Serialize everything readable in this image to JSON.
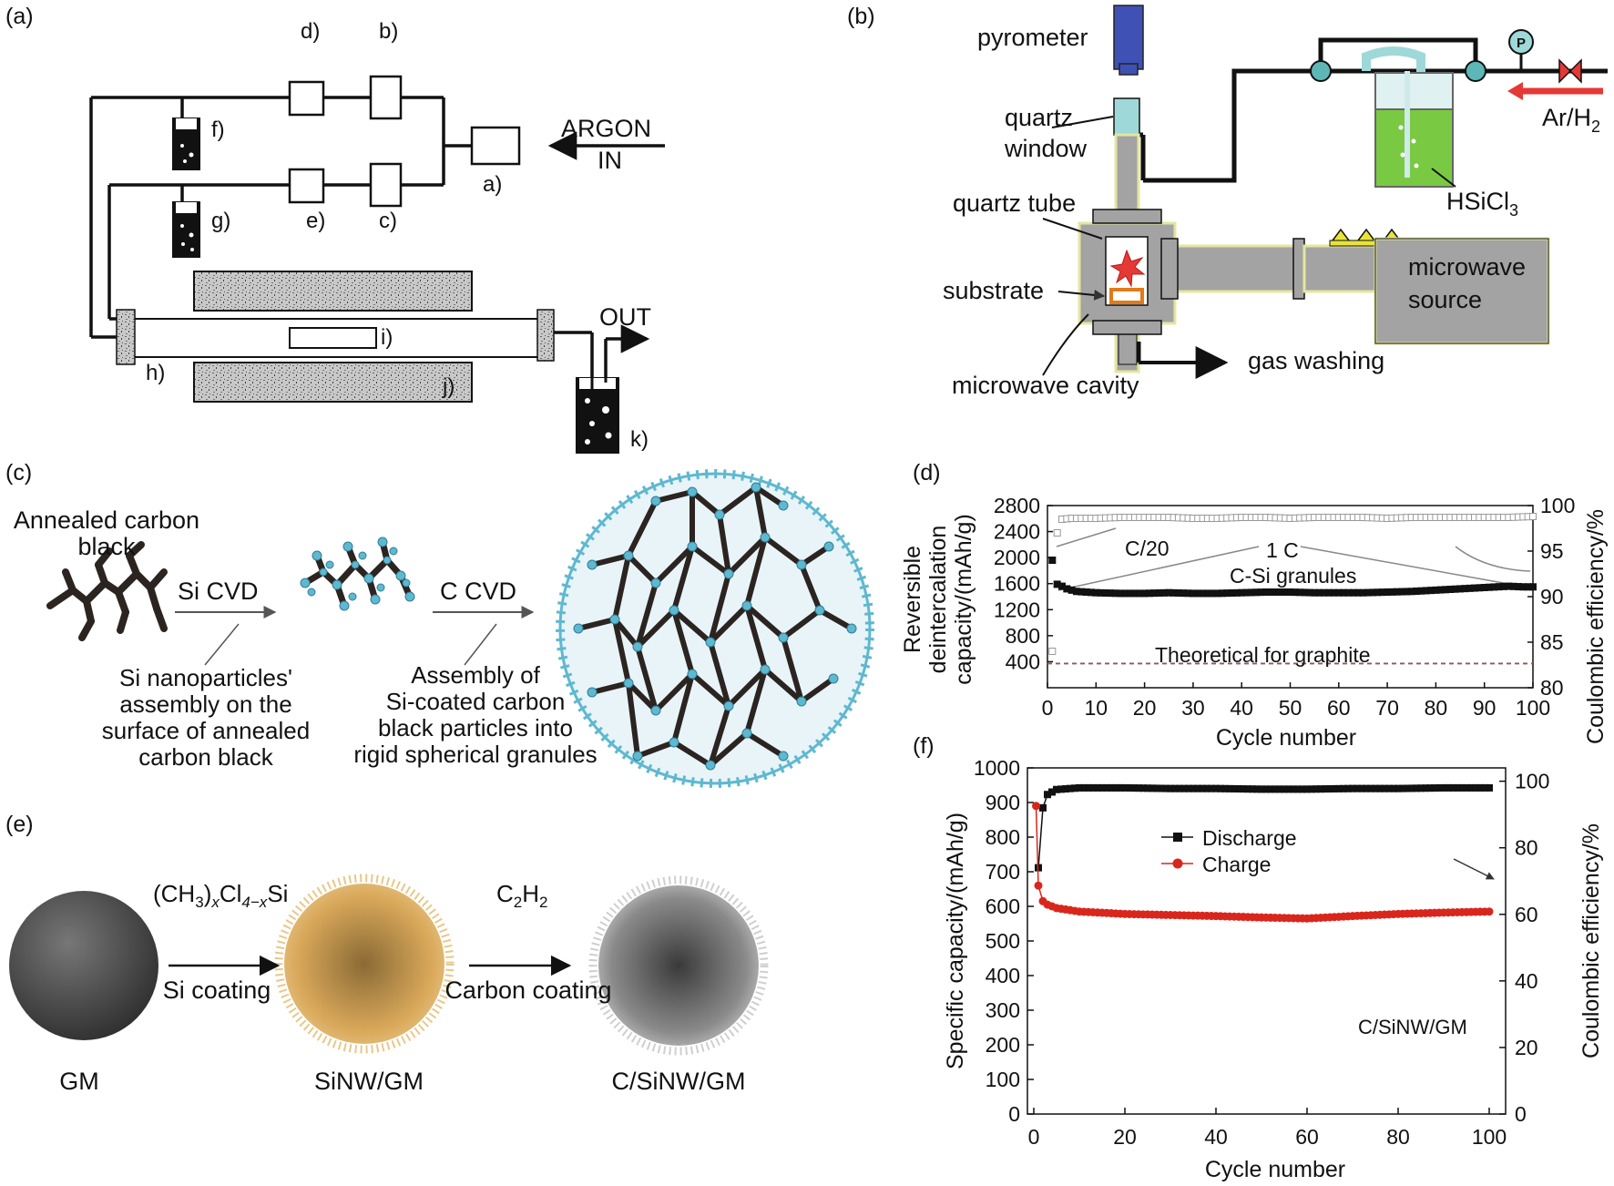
{
  "panel_labels": {
    "a": "(a)",
    "b": "(b)",
    "c": "(c)",
    "d": "(d)",
    "e": "(e)",
    "f": "(f)"
  },
  "panel_a": {
    "argon": "ARGON",
    "in": "IN",
    "out": "OUT",
    "labels": {
      "a": "a)",
      "b": "b)",
      "c": "c)",
      "d": "d)",
      "e": "e)",
      "f": "f)",
      "g": "g)",
      "h": "h)",
      "i": "i)",
      "j": "j)",
      "k": "k)"
    }
  },
  "panel_b": {
    "pyrometer": "pyrometer",
    "quartz_window_1": "quartz",
    "quartz_window_2": "window",
    "quartz_tube": "quartz tube",
    "substrate": "substrate",
    "microwave_cavity": "microwave cavity",
    "gas_washing": "gas washing",
    "microwave_source_1": "microwave",
    "microwave_source_2": "source",
    "hsicl3": "HSiCl",
    "hsicl3_sub": "3",
    "arh2": "Ar/H",
    "arh2_sub": "2",
    "p_gauge": "P",
    "colors": {
      "pipe": "#111111",
      "tube": "#a3a3a3",
      "liquid": "#7ac943",
      "pyrometer": "#3f51b5",
      "window": "#9fd8d8",
      "flame": "#e53935",
      "arrow": "#e53935",
      "substrate": "#e07b1a"
    }
  },
  "panel_c": {
    "annealed_1": "Annealed carbon",
    "annealed_2": "black",
    "si_cvd": "Si CVD",
    "c_cvd": "C CVD",
    "si_nano_1": "Si nanoparticles'",
    "si_nano_2": "assembly on the",
    "si_nano_3": "surface of annealed",
    "si_nano_4": "carbon black",
    "assembly_1": "Assembly of",
    "assembly_2": "Si-coated carbon",
    "assembly_3": "black particles into",
    "assembly_4": "rigid spherical granules",
    "colors": {
      "carbon": "#2b2420",
      "si": "#5fb8d0"
    }
  },
  "panel_e": {
    "precursor": "(CH",
    "precursor_sub1": "3",
    "precursor_mid": ")",
    "precursor_x1": "x",
    "precursor_cl": "Cl",
    "precursor_sub2": "4−x",
    "precursor_si": "Si",
    "c2h2": "C",
    "c2h2_sub1": "2",
    "c2h2_h": "H",
    "c2h2_sub2": "2",
    "si_coating": "Si coating",
    "carbon_coating": "Carbon coating",
    "gm": "GM",
    "sinw_gm": "SiNW/GM",
    "c_sinw_gm": "C/SiNW/GM",
    "colors": {
      "gm": "#4a4a4a",
      "sinw": "#d9a85a",
      "c_sinw": "#9a9a9a"
    }
  },
  "chart_data": [
    {
      "panel": "d",
      "type": "scatter",
      "xlabel": "Cycle number",
      "ylabel_lines": [
        "Reversible",
        "deintercalation",
        "capacity/(mAh/g)"
      ],
      "y2label": "Coulombic efficiency/%",
      "x_ticks": [
        0,
        10,
        20,
        30,
        40,
        50,
        60,
        70,
        80,
        90,
        100
      ],
      "y_ticks": [
        400,
        800,
        1200,
        1600,
        2000,
        2400,
        2800
      ],
      "y2_ticks": [
        80,
        85,
        90,
        95,
        100
      ],
      "xlim": [
        0,
        100
      ],
      "ylim": [
        0,
        2800
      ],
      "y2lim": [
        80,
        100
      ],
      "annotations": {
        "c20": "C/20",
        "c1": "1 C",
        "granules": "C-Si granules",
        "theoretical": "Theoretical for graphite"
      },
      "theoretical_capacity": 372,
      "series": [
        {
          "axis": "left",
          "marker": "filled-square",
          "color": "#111111",
          "x": [
            1,
            2,
            3,
            4,
            5,
            6,
            8,
            10,
            15,
            20,
            25,
            30,
            35,
            40,
            45,
            50,
            55,
            60,
            65,
            70,
            75,
            80,
            85,
            90,
            95,
            98,
            100
          ],
          "y": [
            1960,
            1590,
            1560,
            1520,
            1500,
            1480,
            1470,
            1460,
            1450,
            1450,
            1460,
            1450,
            1450,
            1460,
            1470,
            1470,
            1460,
            1460,
            1460,
            1470,
            1480,
            1500,
            1520,
            1540,
            1560,
            1550,
            1550
          ]
        },
        {
          "axis": "right",
          "marker": "open-square",
          "color": "#999999",
          "x": [
            1,
            2,
            3,
            5,
            10,
            15,
            20,
            25,
            30,
            35,
            40,
            45,
            50,
            55,
            60,
            65,
            70,
            75,
            80,
            85,
            90,
            95,
            100
          ],
          "y": [
            84,
            97,
            98.5,
            98.6,
            98.6,
            98.7,
            98.7,
            98.7,
            98.6,
            98.6,
            98.7,
            98.7,
            98.6,
            98.7,
            98.7,
            98.7,
            98.6,
            98.7,
            98.7,
            98.7,
            98.7,
            98.7,
            98.8
          ]
        }
      ]
    },
    {
      "panel": "f",
      "type": "line",
      "xlabel": "Cycle number",
      "ylabel": "Specific capacity/(mAh/g)",
      "y2label": "Coulombic efficiency/%",
      "x_ticks": [
        0,
        20,
        40,
        60,
        80,
        100
      ],
      "y_ticks": [
        0,
        100,
        200,
        300,
        400,
        500,
        600,
        700,
        800,
        900,
        1000
      ],
      "y2_ticks": [
        0,
        20,
        40,
        60,
        80,
        100
      ],
      "xlim": [
        0,
        100
      ],
      "ylim": [
        0,
        1000
      ],
      "y2lim": [
        0,
        104
      ],
      "legend_position": "center",
      "annotation": "C/SiNW/GM",
      "series": [
        {
          "name": "Discharge",
          "axis": "right",
          "color": "#111111",
          "x": [
            1,
            2,
            3,
            5,
            10,
            20,
            30,
            40,
            50,
            60,
            70,
            80,
            90,
            100
          ],
          "y": [
            74,
            92,
            96,
            97.5,
            98,
            98,
            97.8,
            97.8,
            97.6,
            97.6,
            97.8,
            97.8,
            98,
            98
          ]
        },
        {
          "name": "Charge",
          "axis": "left",
          "color": "#d9261c",
          "x": [
            0.5,
            1,
            2,
            3,
            5,
            10,
            20,
            30,
            40,
            50,
            60,
            70,
            80,
            90,
            100
          ],
          "y": [
            890,
            660,
            615,
            605,
            595,
            585,
            578,
            575,
            572,
            568,
            565,
            572,
            578,
            582,
            585
          ]
        }
      ]
    }
  ]
}
